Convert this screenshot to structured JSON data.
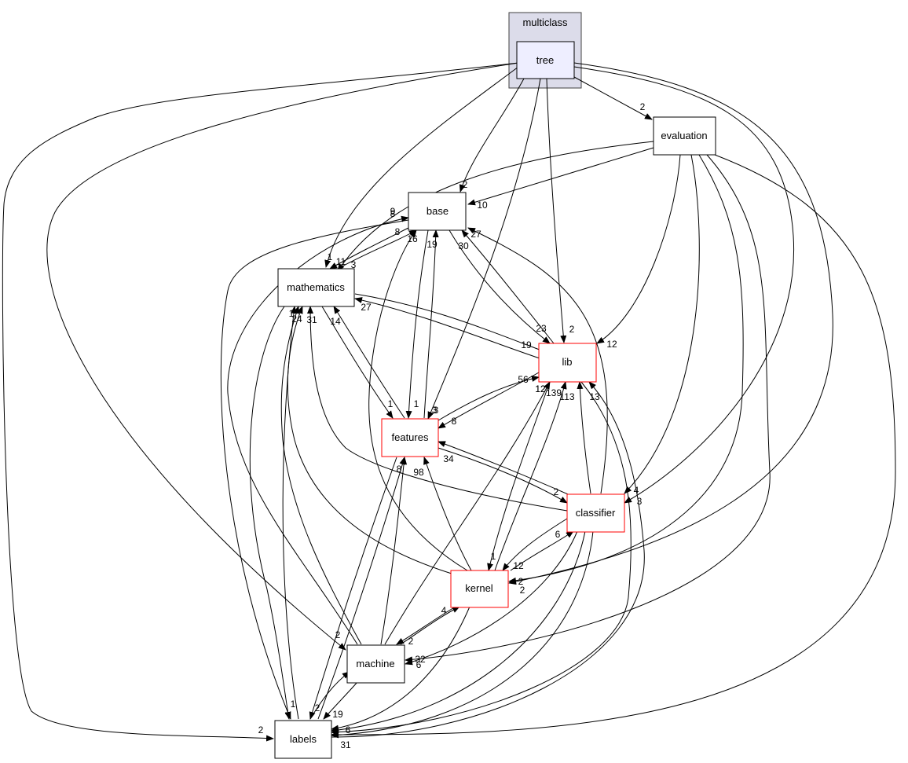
{
  "cluster": {
    "label": "multiclass"
  },
  "nodes": {
    "tree": "tree",
    "evaluation": "evaluation",
    "base": "base",
    "mathematics": "mathematics",
    "lib": "lib",
    "features": "features",
    "classifier": "classifier",
    "kernel": "kernel",
    "machine": "machine",
    "labels": "labels"
  },
  "edge_labels": [
    "2",
    "2",
    "2",
    "3",
    "1",
    "11",
    "10",
    "12",
    "4",
    "3",
    "2",
    "9",
    "8",
    "8",
    "16",
    "3",
    "19",
    "30",
    "27",
    "27",
    "19",
    "23",
    "56",
    "12",
    "1",
    "1",
    "3",
    "8",
    "34",
    "2",
    "98",
    "8",
    "12",
    "139",
    "113",
    "13",
    "6",
    "12",
    "1",
    "2",
    "4",
    "2",
    "2",
    "2",
    "1",
    "2",
    "1",
    "24",
    "31",
    "14",
    "19",
    "32",
    "6",
    "6",
    "31"
  ]
}
